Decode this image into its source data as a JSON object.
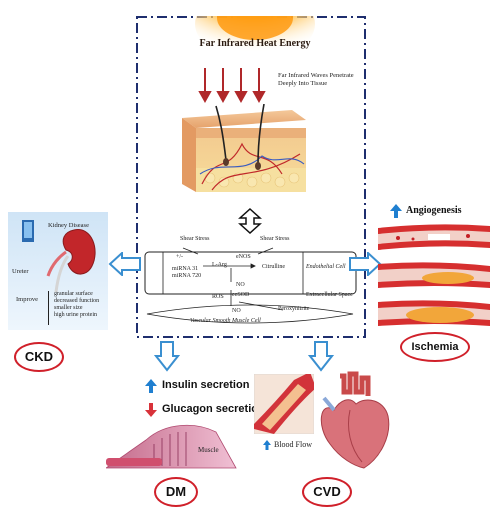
{
  "center": {
    "title": "Far Infrared Heat Energy",
    "waves_label": "Far Infrared Waves Penetrate Deeply Into Tissue"
  },
  "cell_diagram": {
    "shear_stress_left": "Shear Stress",
    "shear_stress_right": "Shear Stress",
    "plus_minus": "+/-",
    "mirna_1": "miRNA 31",
    "mirna_2": "miRNA 720",
    "l_arg": "L-Arg",
    "enos": "eNOS",
    "citrulline": "Citrulline",
    "endothelial_cell": "Endothelial Cell",
    "no_1": "NO",
    "ros": "ROS",
    "ecsod": "ecSOD",
    "extracellular_space": "Extracellular Space",
    "peroxynitrite": "Peroxynitrite",
    "no_2": "NO",
    "vascular_smooth_muscle": "Vascular Smooth Muscle Cell"
  },
  "ckd": {
    "kidney_disease": "Kidney Disease",
    "ureter": "Ureter",
    "improve": "Improve",
    "improvements": [
      "granular surface",
      "decreased function",
      "smaller size",
      "high urine protein"
    ],
    "label": "CKD"
  },
  "ischemia": {
    "angiogenesis": "Angiogenesis",
    "label": "Ischemia"
  },
  "dm": {
    "insulin": "Insulin secretion",
    "glucagon": "Glucagon secretion",
    "muscle": "Muscle",
    "label": "DM"
  },
  "cvd": {
    "blood_flow": "Blood Flow",
    "label": "CVD"
  },
  "colors": {
    "frame": "#1e2e6e",
    "arrow_outline": "#3a8fd0",
    "oval_border": "#d0202a",
    "up_arrow": "#1f7fd0",
    "down_arrow": "#d8323a"
  }
}
